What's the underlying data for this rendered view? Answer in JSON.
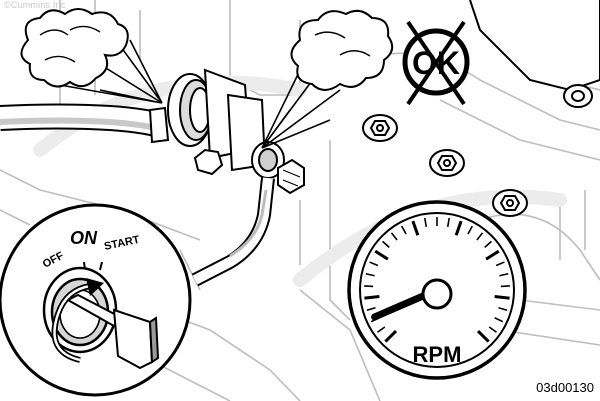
{
  "copyright": "©Cummins Inc",
  "ignition_switch": {
    "off_label": "OFF",
    "on_label": "ON",
    "start_label": "START"
  },
  "tachometer": {
    "unit_label": "RPM",
    "needle_level": 0.08
  },
  "not_ok_symbol": {
    "text": "OK"
  },
  "figure_id": "03d00130",
  "colors": {
    "line": "#000000",
    "background": "#ffffff",
    "shade": "#c8c8c8",
    "light_shade": "#ececec",
    "watermark": "#e9e9e9"
  }
}
